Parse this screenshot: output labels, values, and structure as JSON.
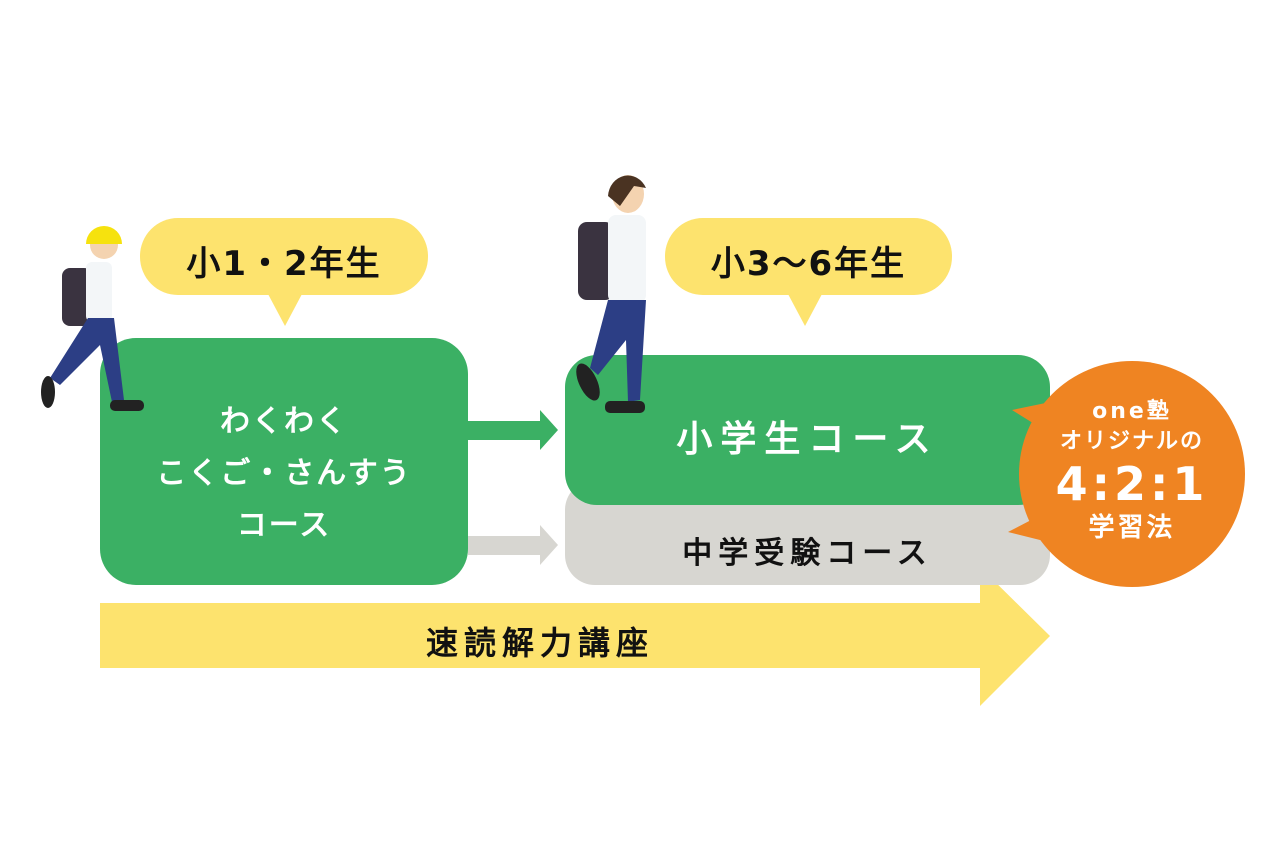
{
  "colors": {
    "green": "#3bb064",
    "gray": "#d7d6d1",
    "yellow": "#fde36e",
    "orange": "#ef8422"
  },
  "badges": {
    "lower": "小1・2年生",
    "upper": "小3〜6年生"
  },
  "courses": {
    "wakuwaku": [
      "わくわく",
      "こくご・さんすう",
      "コース"
    ],
    "elementary": "小学生コース",
    "juken": "中学受験コース",
    "sokudoku": "速読解力講座"
  },
  "method": {
    "line1": "one塾",
    "line2": "オリジナルの",
    "ratio": "4:2:1",
    "line4": "学習法"
  }
}
